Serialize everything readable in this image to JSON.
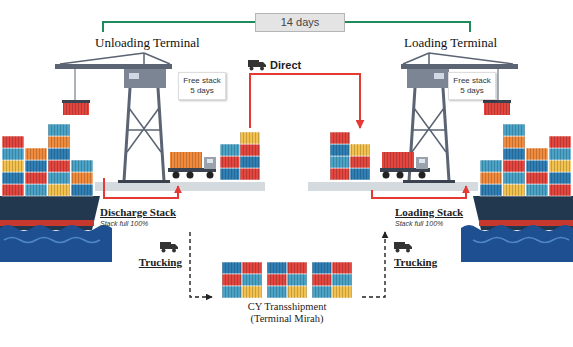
{
  "diagram": {
    "nodes": [
      {
        "text": [
          "14 days"
        ]
      },
      {
        "text": [
          "Free stack 5 days"
        ]
      },
      {
        "text": [
          "Free stack 5 days"
        ]
      },
      {
        "text": [
          "Discharge Stack",
          "Stack full 100%"
        ]
      },
      {
        "text": [
          "Loading Stack",
          "Stack full 100%"
        ]
      },
      {
        "text": [
          "CY Transshipment (Terminal Mirah)"
        ]
      }
    ],
    "edges": [
      {
        "from": 3,
        "to": 4,
        "arrow": "to",
        "label": "Direct"
      },
      {
        "from": 3,
        "to": 5,
        "arrow": "to",
        "label": "Trucking"
      },
      {
        "from": 5,
        "to": 4,
        "arrow": "to",
        "label": "Trucking"
      }
    ],
    "labels": [
      "Unloading Terminal",
      "Loading Terminal"
    ]
  }
}
